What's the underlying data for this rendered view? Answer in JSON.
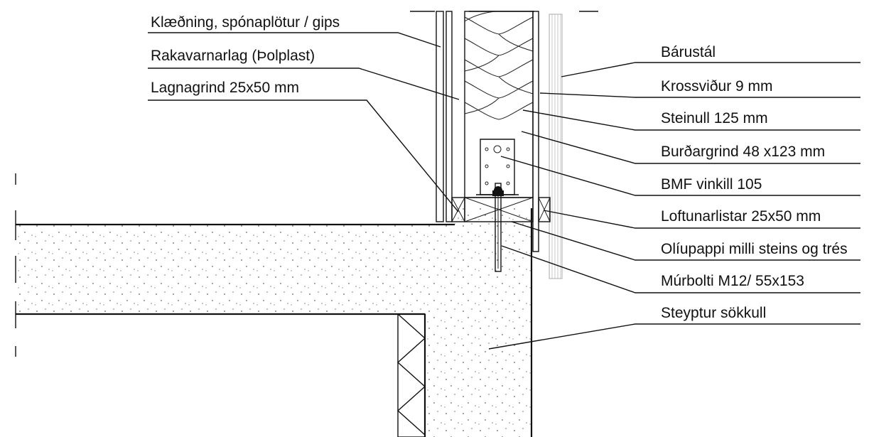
{
  "labels_left": [
    {
      "id": "klaedning",
      "text": "Klæðning, spónaplötur / gips"
    },
    {
      "id": "rakavarnarlag",
      "text": "Rakavarnarlag (Þolplast)"
    },
    {
      "id": "lagnagrind",
      "text": "Lagnagrind 25x50 mm"
    }
  ],
  "labels_right": [
    {
      "id": "barustal",
      "text": "Bárustál"
    },
    {
      "id": "krossvidur",
      "text": "Krossviður 9 mm"
    },
    {
      "id": "steinull",
      "text": "Steinull 125 mm"
    },
    {
      "id": "burdargrind",
      "text": "Burðargrind 48 x123 mm"
    },
    {
      "id": "bmf-vinkill",
      "text": "BMF vinkill 105"
    },
    {
      "id": "loftunarlistar",
      "text": "Loftunarlistar 25x50 mm"
    },
    {
      "id": "oliupappi",
      "text": "Olíupappi milli steins og trés"
    },
    {
      "id": "murbolti",
      "text": "Múrbolti M12/ 55x153"
    },
    {
      "id": "steyptur-sokkull",
      "text": "Steyptur sökkull"
    }
  ],
  "colors": {
    "line": "#111111",
    "background": "#ffffff"
  }
}
